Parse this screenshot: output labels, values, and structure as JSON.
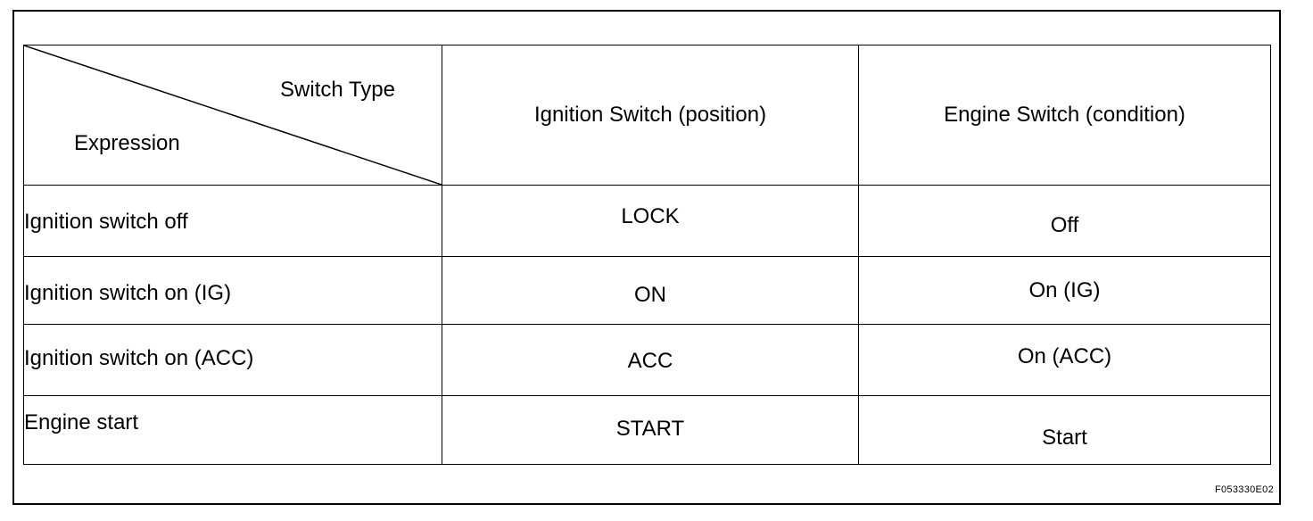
{
  "table": {
    "header": {
      "diagonal_top": "Switch Type",
      "diagonal_bottom": "Expression",
      "col2": "Ignition Switch (position)",
      "col3": "Engine Switch (condition)"
    },
    "rows": [
      {
        "expression": "Ignition switch off",
        "ignition": "LOCK",
        "engine": "Off"
      },
      {
        "expression": "Ignition switch on (IG)",
        "ignition": "ON",
        "engine": "On (IG)"
      },
      {
        "expression": "Ignition switch on (ACC)",
        "ignition": "ACC",
        "engine": "On (ACC)"
      },
      {
        "expression": "Engine start",
        "ignition": "START",
        "engine": "Start"
      }
    ]
  },
  "figure_id": "F053330E02"
}
